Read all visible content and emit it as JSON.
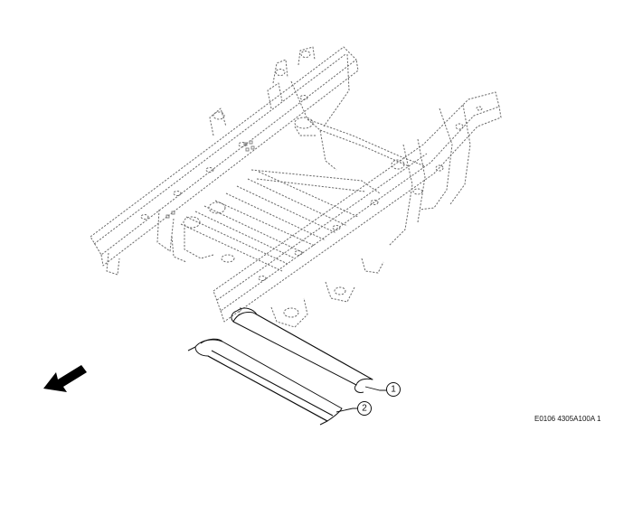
{
  "callouts": [
    {
      "label": "1"
    },
    {
      "label": "2"
    }
  ],
  "drawing_reference": "E0106 4305A100A 1",
  "icons": {
    "direction": "direction-arrow-icon"
  },
  "colors": {
    "frame_outline": "#6a6a6a",
    "part_outline": "#111111",
    "arrow_fill": "#000000"
  }
}
